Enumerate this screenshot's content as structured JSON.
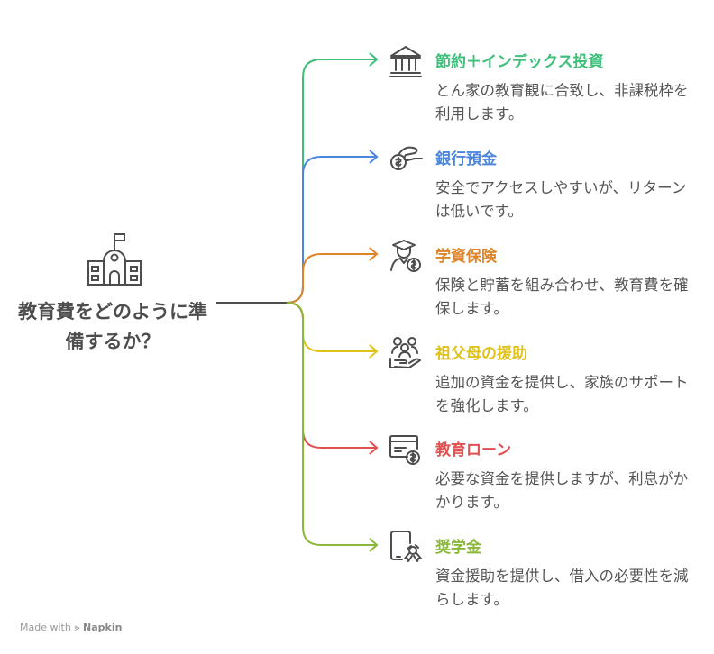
{
  "main": {
    "title": "教育費をどのように準備するか？",
    "icon": "school-icon"
  },
  "items": [
    {
      "title": "節約＋インデックス投資",
      "desc": "とん家の教育観に合致し、非課税枠を利用します。",
      "color": "#3dbf7a",
      "icon": "bank-icon"
    },
    {
      "title": "銀行預金",
      "desc": "安全でアクセスしやすいが、リターンは低いです。",
      "color": "#4a86e0",
      "icon": "money-hand-icon"
    },
    {
      "title": "学資保険",
      "desc": "保険と貯蓄を組み合わせ、教育費を確保します。",
      "color": "#e0842a",
      "icon": "graduate-dollar-icon"
    },
    {
      "title": "祖父母の援助",
      "desc": "追加の資金を提供し、家族のサポートを強化します。",
      "color": "#e0c21a",
      "icon": "family-hand-icon"
    },
    {
      "title": "教育ローン",
      "desc": "必要な資金を提供しますが、利息がかかります。",
      "color": "#e05050",
      "icon": "card-dollar-icon"
    },
    {
      "title": "奨学金",
      "desc": "資金援助を提供し、借入の必要性を減らします。",
      "color": "#8ab83a",
      "icon": "certificate-icon"
    }
  ],
  "footer": {
    "made_with": "Made with",
    "brand": "Napkin"
  }
}
